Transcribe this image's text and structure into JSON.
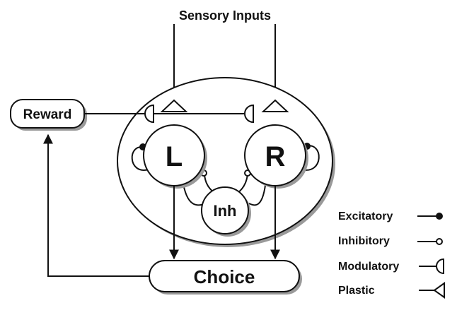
{
  "diagram": {
    "title": "Sensory Inputs",
    "nodes": {
      "reward": "Reward",
      "left": "L",
      "right": "R",
      "inh": "Inh",
      "choice": "Choice"
    },
    "legend": [
      {
        "label": "Excitatory",
        "symbol": "filled-dot"
      },
      {
        "label": "Inhibitory",
        "symbol": "open-dot"
      },
      {
        "label": "Modulatory",
        "symbol": "half-disc"
      },
      {
        "label": "Plastic",
        "symbol": "open-triangle"
      }
    ]
  }
}
